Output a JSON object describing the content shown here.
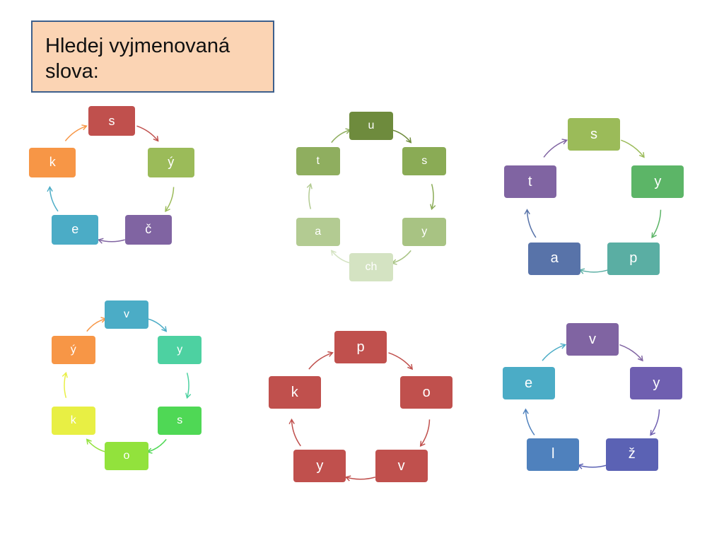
{
  "title": "Hledej vyjmenovaná slova:",
  "cycles": [
    {
      "id": "cycle-1",
      "letters": [
        {
          "text": "s",
          "color": "#c0504d"
        },
        {
          "text": "ý",
          "color": "#9bbb59"
        },
        {
          "text": "č",
          "color": "#8064a2"
        },
        {
          "text": "e",
          "color": "#4bacc6"
        },
        {
          "text": "k",
          "color": "#f79646"
        }
      ]
    },
    {
      "id": "cycle-2",
      "letters": [
        {
          "text": "u",
          "color": "#6e8b3d"
        },
        {
          "text": "s",
          "color": "#8aab55"
        },
        {
          "text": "y",
          "color": "#a8c383"
        },
        {
          "text": "ch",
          "color": "#d4e3c2"
        },
        {
          "text": "a",
          "color": "#b3cb92"
        },
        {
          "text": "t",
          "color": "#8fae5f"
        }
      ]
    },
    {
      "id": "cycle-3",
      "letters": [
        {
          "text": "s",
          "color": "#9bbb59"
        },
        {
          "text": "y",
          "color": "#5cb567"
        },
        {
          "text": "p",
          "color": "#5aaea3"
        },
        {
          "text": "a",
          "color": "#5873a9"
        },
        {
          "text": "t",
          "color": "#8064a2"
        }
      ]
    },
    {
      "id": "cycle-4",
      "letters": [
        {
          "text": "v",
          "color": "#4bacc6"
        },
        {
          "text": "y",
          "color": "#4dd1a1"
        },
        {
          "text": "s",
          "color": "#4fd855"
        },
        {
          "text": "o",
          "color": "#92e23c"
        },
        {
          "text": "k",
          "color": "#e8ef44"
        },
        {
          "text": "ý",
          "color": "#f79646"
        }
      ]
    },
    {
      "id": "cycle-5",
      "letters": [
        {
          "text": "p",
          "color": "#c0504d"
        },
        {
          "text": "o",
          "color": "#c0504d"
        },
        {
          "text": "v",
          "color": "#c0504d"
        },
        {
          "text": "y",
          "color": "#c0504d"
        },
        {
          "text": "k",
          "color": "#c0504d"
        }
      ]
    },
    {
      "id": "cycle-6",
      "letters": [
        {
          "text": "v",
          "color": "#8064a2"
        },
        {
          "text": "y",
          "color": "#6f5fb0"
        },
        {
          "text": "ž",
          "color": "#5b62b4"
        },
        {
          "text": "l",
          "color": "#4f81bd"
        },
        {
          "text": "e",
          "color": "#4bacc6"
        }
      ]
    }
  ]
}
